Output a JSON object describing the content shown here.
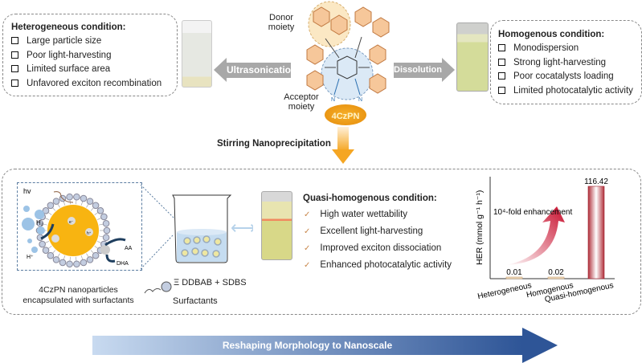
{
  "heterogeneous": {
    "title": "Heterogeneous condition:",
    "items": [
      "Large particle size",
      "Poor light-harvesting",
      "Limited surface area",
      "Unfavored exciton recombination"
    ]
  },
  "homogenous": {
    "title": "Homogenous condition:",
    "items": [
      "Monodispersion",
      "Strong light-harvesting",
      "Poor cocatalysts loading",
      "Limited photocatalytic activity"
    ]
  },
  "quasi": {
    "title": "Quasi-homogenous condition:",
    "items": [
      "High water wettability",
      "Excellent light-harvesting",
      "Improved exciton dissociation",
      "Enhanced photocatalytic activity"
    ]
  },
  "arrows": {
    "ultrasonication": "Ultrasonication",
    "dissolution": "Dissolution",
    "stirring": "Stirring Nanoprecipitation",
    "reshaping": "Reshaping Morphology to Nanoscale"
  },
  "molecule": {
    "donor": "Donor moiety",
    "acceptor": "Acceptor moiety",
    "name": "4CzPN",
    "n": "N"
  },
  "nanoparticle": {
    "hv": "hv",
    "h2": "H₂",
    "hplus": "H⁺",
    "aa": "AA",
    "dha": "DHA",
    "e": "e⁻",
    "h": "h⁺",
    "caption1": "4CzPN nanoparticles",
    "caption2": "encapsulated with surfactants"
  },
  "surfactant": {
    "formula": "Ξ DDBAB + SDBS",
    "caption": "Surfactants"
  },
  "colors": {
    "orange": "#f5a623",
    "blue_arrow": "#2e5597",
    "bar": "#b0303a"
  },
  "chart_data": {
    "type": "bar",
    "ylabel": "HER (mmol g⁻¹ h⁻¹)",
    "categories": [
      "Heterogeneous",
      "Homogenous",
      "Quasi-homogenous"
    ],
    "values": [
      0.01,
      0.02,
      116.42
    ],
    "value_labels": [
      "0.01",
      "0.02",
      "116.42"
    ],
    "annotation": "10⁴-fold enhancement"
  }
}
